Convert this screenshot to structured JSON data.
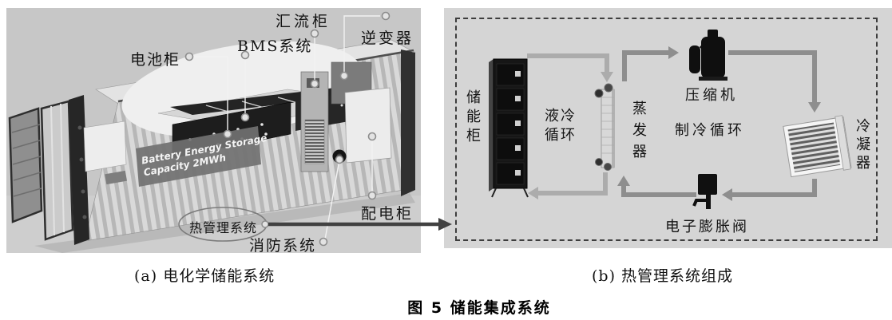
{
  "figure": {
    "caption": "图 5  储能集成系统"
  },
  "panel_a": {
    "caption": "(a) 电化学储能系统",
    "container_line1": "Battery Energy Storage",
    "container_line2": "Capacity 2MWh",
    "labels": {
      "battery_cabinet": "电池柜",
      "bms_system": "BMS系统",
      "combiner_cabinet": "汇流柜",
      "inverter": "逆变器",
      "distribution_cabinet": "配电柜",
      "fire_system": "消防系统",
      "thermal_system": "热管理系统"
    }
  },
  "panel_b": {
    "caption": "(b) 热管理系统组成",
    "labels": {
      "storage_cabinet": "储能柜",
      "liquid_cooling_cycle": "液冷\n循环",
      "evaporator": "蒸发器",
      "compressor": "压缩机",
      "refrigeration_cycle": "制冷循环",
      "condenser": "冷凝器",
      "expansion_valve": "电子膨胀阀"
    }
  },
  "colors": {
    "photo_bg": "#c7c7c7",
    "diagram_bg": "#d5d5d5",
    "liquid_loop": "#acacac",
    "refrigerant_loop": "#8e8e8e",
    "leader_arrow": "#414141",
    "dashed_border": "#3d3d3d"
  }
}
